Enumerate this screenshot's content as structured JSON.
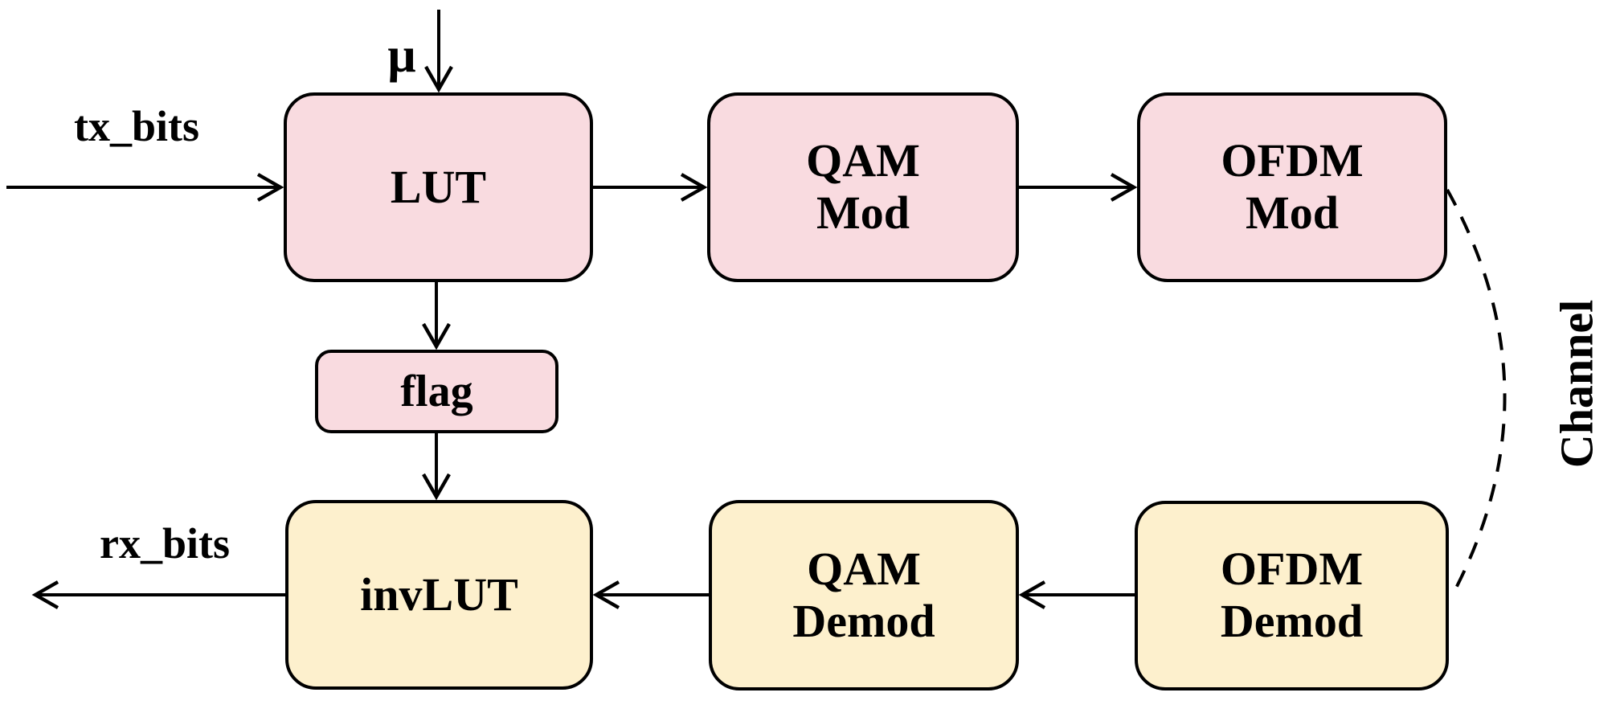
{
  "blocks": {
    "lut": {
      "label": "LUT"
    },
    "qam_mod": {
      "label": "QAM\nMod"
    },
    "ofdm_mod": {
      "label": "OFDM\nMod"
    },
    "flag": {
      "label": "flag"
    },
    "inv_lut": {
      "label": "invLUT"
    },
    "qam_demod": {
      "label": "QAM\nDemod"
    },
    "ofdm_demod": {
      "label": "OFDM\nDemod"
    }
  },
  "signals": {
    "tx_bits": "tx_bits",
    "rx_bits": "rx_bits",
    "mu": "μ",
    "channel": "Channel"
  },
  "colors": {
    "modulator_fill": "#f9dbe0",
    "demodulator_fill": "#fdf0cd",
    "stroke": "#000000",
    "background": "#ffffff"
  }
}
